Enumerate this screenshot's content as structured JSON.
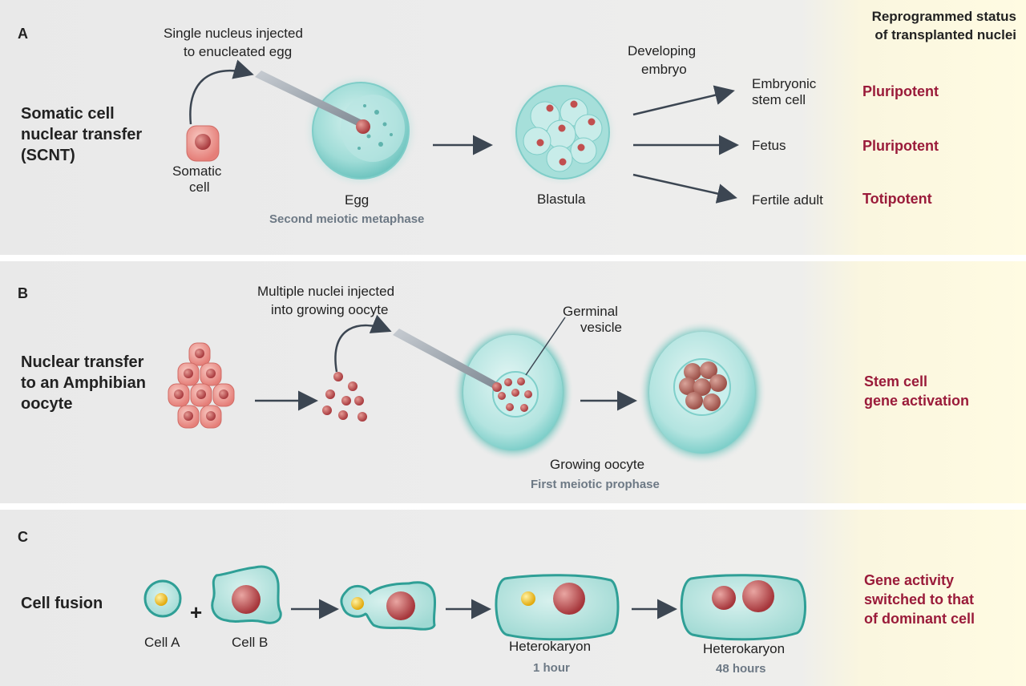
{
  "header": {
    "line1": "Reprogrammed status",
    "line2": "of transplanted nuclei"
  },
  "panel_a": {
    "letter": "A",
    "title": [
      "Somatic cell",
      "nuclear transfer",
      "(SCNT)"
    ],
    "injection_label": [
      "Single nucleus injected",
      "to enucleated egg"
    ],
    "somatic_cell_label": [
      "Somatic",
      "cell"
    ],
    "egg_label": "Egg",
    "egg_stage": "Second meiotic metaphase",
    "blastula_label": "Blastula",
    "developing_label": [
      "Developing",
      "embryo"
    ],
    "outcomes": [
      {
        "label": [
          "Embryonic",
          "stem cell"
        ],
        "status": "Pluripotent"
      },
      {
        "label": [
          "Fetus"
        ],
        "status": "Pluripotent"
      },
      {
        "label": [
          "Fertile adult"
        ],
        "status": "Totipotent"
      }
    ]
  },
  "panel_b": {
    "letter": "B",
    "title": [
      "Nuclear transfer",
      "to an Amphibian",
      "oocyte"
    ],
    "injection_label": [
      "Multiple nuclei injected",
      "into growing oocyte"
    ],
    "germinal_label": [
      "Germinal",
      "vesicle"
    ],
    "oocyte_label": "Growing oocyte",
    "oocyte_stage": "First meiotic prophase",
    "status": [
      "Stem cell",
      "gene activation"
    ]
  },
  "panel_c": {
    "letter": "C",
    "title": "Cell fusion",
    "plus": "+",
    "cell_a_label": "Cell A",
    "cell_b_label": "Cell B",
    "heterokaryon_1_label": "Heterokaryon",
    "heterokaryon_1_time": "1 hour",
    "heterokaryon_2_label": "Heterokaryon",
    "heterokaryon_2_time": "48 hours",
    "status": [
      "Gene activity",
      "switched to that",
      "of dominant cell"
    ]
  },
  "colors": {
    "status_red": "#9a1b3a",
    "cell_teal": "#8fd3cf",
    "nucleus_red": "#b5474a",
    "somatic_pink": "#e98a84",
    "arrow_gray": "#3c4652",
    "yellow_nucleus": "#f2c21a"
  }
}
